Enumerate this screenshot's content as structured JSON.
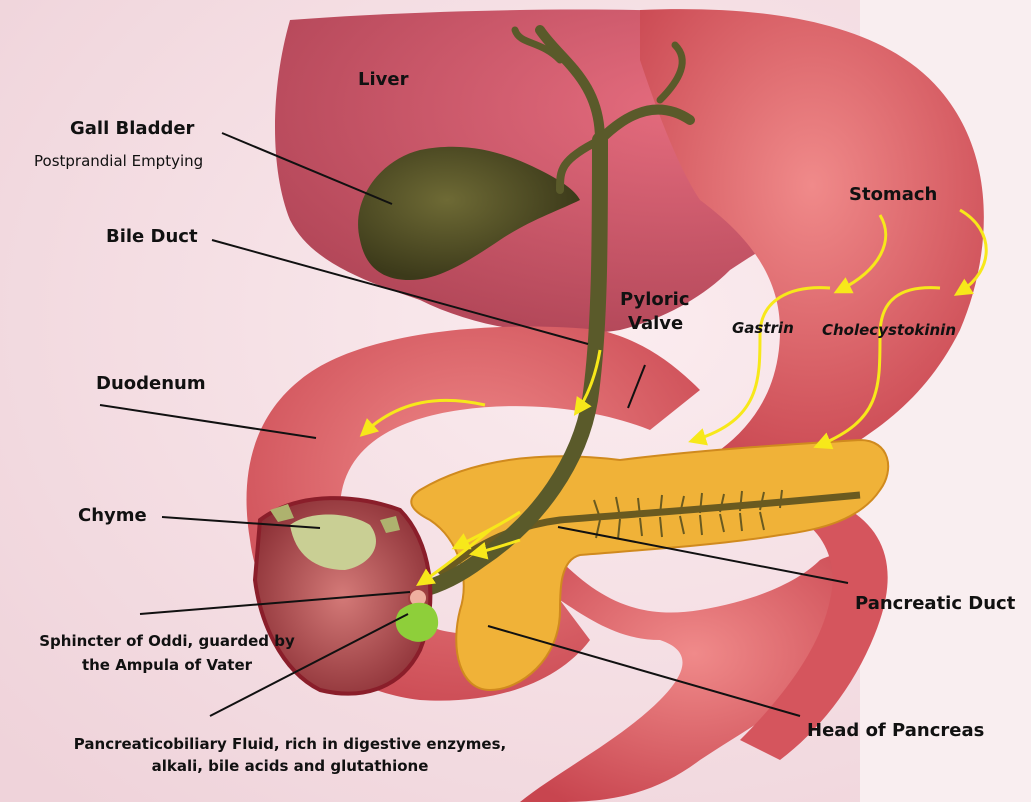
{
  "labels": {
    "liver": "Liver",
    "gall_bladder": "Gall Bladder",
    "gall_bladder_note": "Postprandial Emptying",
    "bile_duct": "Bile Duct",
    "pyloric_valve_1": "Pyloric",
    "pyloric_valve_2": "Valve",
    "stomach": "Stomach",
    "gastrin": "Gastrin",
    "cholecystokinin": "Cholecystokinin",
    "duodenum": "Duodenum",
    "chyme": "Chyme",
    "pancreatic_duct": "Pancreatic Duct",
    "sphincter_1": "Sphincter of Oddi, guarded by",
    "sphincter_2": "the Ampula of Vater",
    "head_of_pancreas": "Head of Pancreas",
    "fluid_1": "Pancreaticobiliary Fluid, rich in digestive enzymes,",
    "fluid_2": "alkali, bile acids and glutathione"
  },
  "colors": {
    "background": "#f6e6ea",
    "organ": "#e0646a",
    "organ_dark": "#b33b46",
    "liver": "#c94658",
    "bile": "#5a5a2a",
    "pancreas": "#f0b238",
    "arrow": "#f7e81a",
    "leader_line": "#111111"
  }
}
